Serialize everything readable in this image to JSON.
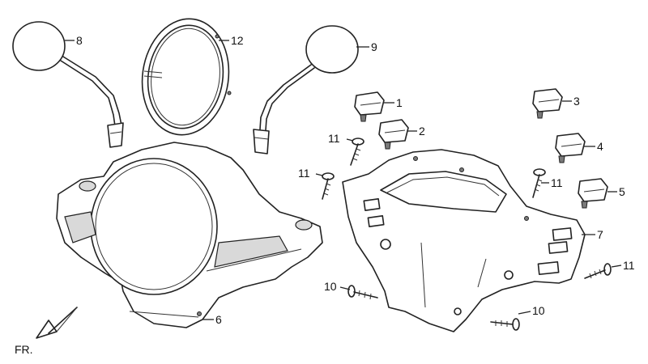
{
  "callouts": {
    "c1": "1",
    "c2": "2",
    "c3": "3",
    "c4": "4",
    "c5": "5",
    "c6": "6",
    "c7": "7",
    "c8": "8",
    "c9": "9",
    "c10a": "10",
    "c10b": "10",
    "c11a": "11",
    "c11b": "11",
    "c11c": "11",
    "c11d": "11",
    "c12": "12"
  },
  "direction_label": "FR."
}
